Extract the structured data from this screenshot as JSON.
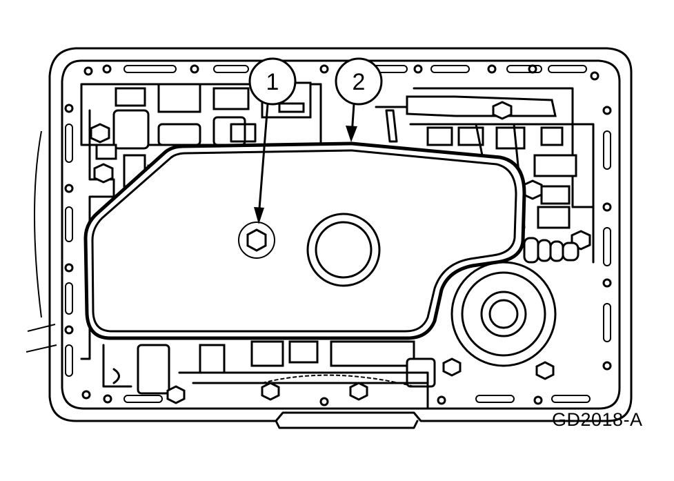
{
  "callouts": [
    {
      "number": "1"
    },
    {
      "number": "2"
    }
  ],
  "figure_id": "GD2018-A"
}
